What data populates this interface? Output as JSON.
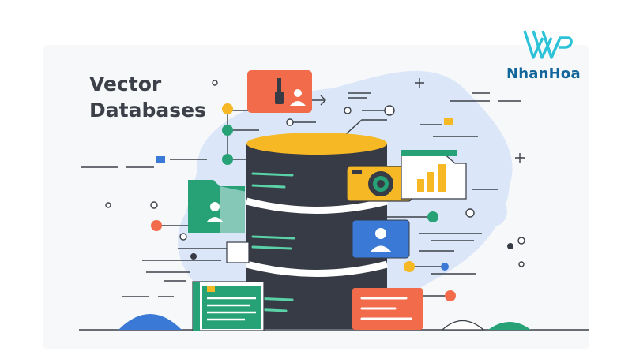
{
  "title": {
    "line1": "Vector",
    "line2": "Databases"
  },
  "brand": {
    "name": "NhanHoa",
    "color": "#13669b"
  },
  "icons": [
    "database-icon",
    "user-icon",
    "chart-icon",
    "camera-icon",
    "document-icon"
  ],
  "colors": {
    "accent_yellow": "#f6b825",
    "accent_orange": "#f26b4b",
    "accent_green": "#27a276",
    "accent_blue": "#3b79d6",
    "dark": "#363b45",
    "blob": "#dbe7f8"
  }
}
